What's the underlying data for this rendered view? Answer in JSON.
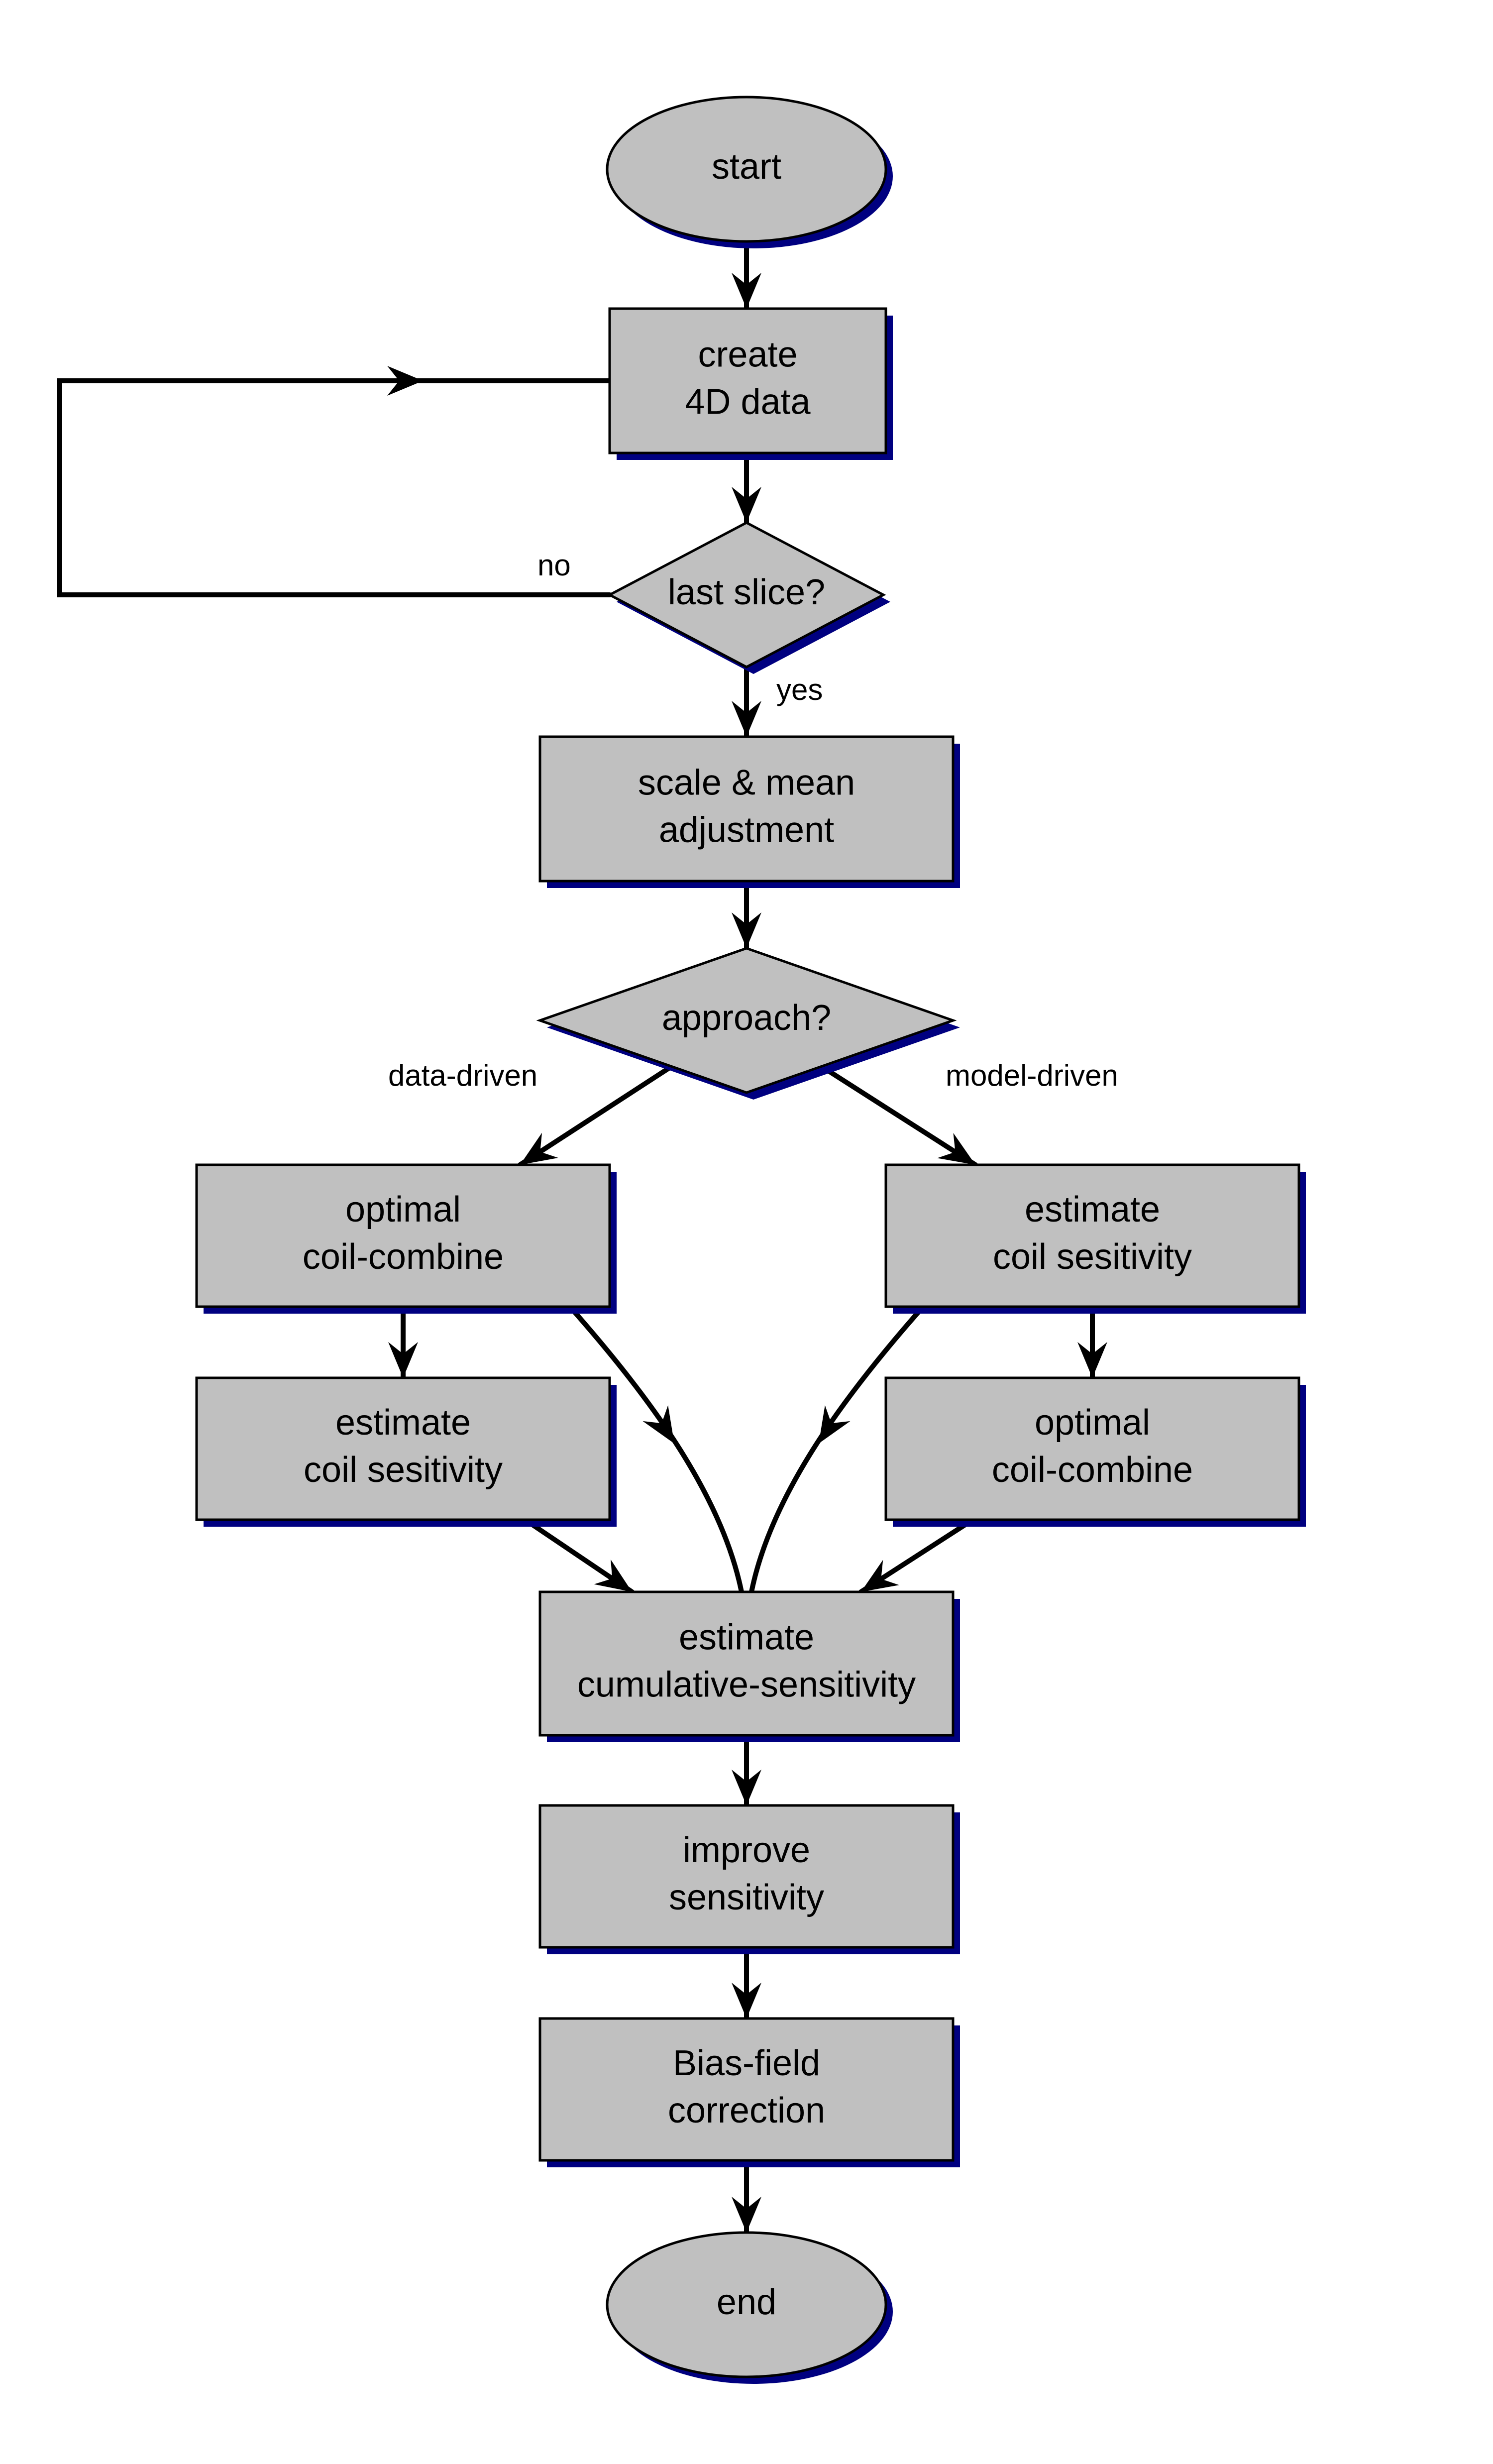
{
  "nodes": {
    "start": {
      "type": "terminal",
      "lines": [
        "start"
      ]
    },
    "create": {
      "type": "process",
      "lines": [
        "create",
        "4D data"
      ]
    },
    "last_slice": {
      "type": "decision",
      "lines": [
        "last slice?"
      ]
    },
    "scale": {
      "type": "process",
      "lines": [
        "scale & mean",
        "adjustment"
      ]
    },
    "approach": {
      "type": "decision",
      "lines": [
        "approach?"
      ]
    },
    "optimal_left": {
      "type": "process",
      "lines": [
        "optimal",
        "coil-combine"
      ]
    },
    "estimate_left": {
      "type": "process",
      "lines": [
        "estimate",
        "coil sesitivity"
      ]
    },
    "estimate_right": {
      "type": "process",
      "lines": [
        "estimate",
        "coil sesitivity"
      ]
    },
    "optimal_right": {
      "type": "process",
      "lines": [
        "optimal",
        "coil-combine"
      ]
    },
    "cumulative": {
      "type": "process",
      "lines": [
        "estimate",
        "cumulative-sensitivity"
      ]
    },
    "improve": {
      "type": "process",
      "lines": [
        "improve",
        "sensitivity"
      ]
    },
    "bias": {
      "type": "process",
      "lines": [
        "Bias-field",
        "correction"
      ]
    },
    "end": {
      "type": "terminal",
      "lines": [
        "end"
      ]
    }
  },
  "edges": [
    {
      "from": "start",
      "to": "create",
      "label": ""
    },
    {
      "from": "create",
      "to": "last_slice",
      "label": ""
    },
    {
      "from": "last_slice",
      "to": "create",
      "label": "no"
    },
    {
      "from": "last_slice",
      "to": "scale",
      "label": "yes"
    },
    {
      "from": "scale",
      "to": "approach",
      "label": ""
    },
    {
      "from": "approach",
      "to": "optimal_left",
      "label": "data-driven"
    },
    {
      "from": "approach",
      "to": "estimate_right",
      "label": "model-driven"
    },
    {
      "from": "optimal_left",
      "to": "estimate_left",
      "label": ""
    },
    {
      "from": "optimal_left",
      "to": "cumulative",
      "label": ""
    },
    {
      "from": "estimate_left",
      "to": "cumulative",
      "label": ""
    },
    {
      "from": "estimate_right",
      "to": "optimal_right",
      "label": ""
    },
    {
      "from": "estimate_right",
      "to": "cumulative",
      "label": ""
    },
    {
      "from": "optimal_right",
      "to": "cumulative",
      "label": ""
    },
    {
      "from": "cumulative",
      "to": "improve",
      "label": ""
    },
    {
      "from": "improve",
      "to": "bias",
      "label": ""
    },
    {
      "from": "bias",
      "to": "end",
      "label": ""
    }
  ],
  "colors": {
    "node_fill": "#c0c0c0",
    "node_stroke": "#000000",
    "shadow": "#000080",
    "edge": "#000000",
    "text": "#000000",
    "background": "#ffffff"
  }
}
